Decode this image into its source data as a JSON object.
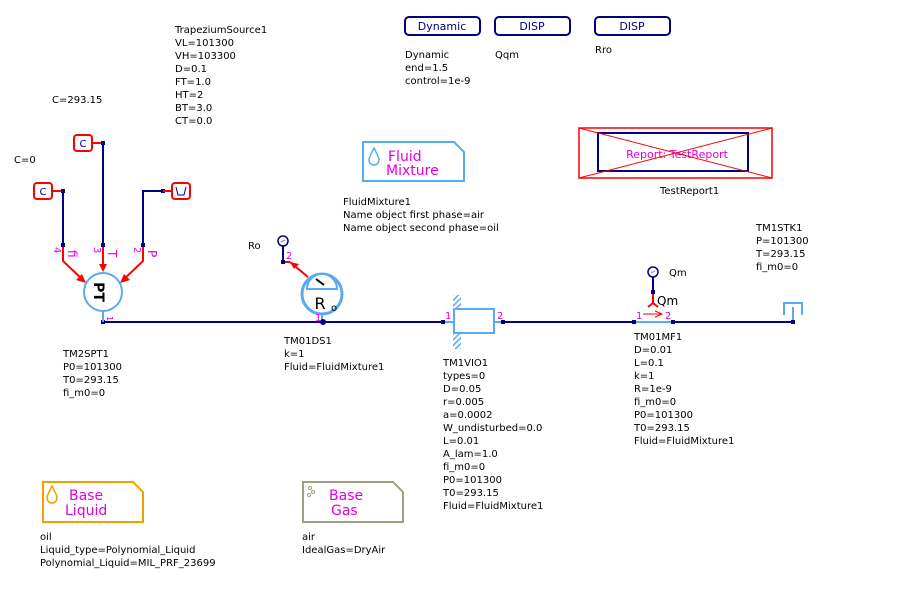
{
  "colors": {
    "wire": "#000080",
    "signal": "#ff0000",
    "component": "#5aaaf0",
    "pin_label": "#e000e0",
    "liquid": "#f0a000",
    "gas": "#a0a080"
  },
  "top_buttons": [
    {
      "label": "Dynamic",
      "caption": [
        "Dynamic",
        "end=1.5",
        "control=1e-9"
      ]
    },
    {
      "label": "DISP",
      "caption": [
        "Qqm"
      ]
    },
    {
      "label": "DISP",
      "caption": [
        "Rro"
      ]
    }
  ],
  "trapezium_source": {
    "lines": [
      "TrapeziumSource1",
      "VL=101300",
      "VH=103300",
      "D=0.1",
      "FT=1.0",
      "HT=2",
      "BT=3.0",
      "CT=0.0"
    ],
    "icon": "trapezium-icon"
  },
  "constants": [
    {
      "label": "C=293.15",
      "icon_text": "C"
    },
    {
      "label": "C=0",
      "icon_text": "C"
    }
  ],
  "fluid_mixture": {
    "tile_lines": [
      "Fluid",
      "Mixture"
    ],
    "caption": [
      "FluidMixture1",
      "Name object first phase=air",
      "Name object second phase=oil"
    ]
  },
  "test_report": {
    "inner_text": "Report: TestReport",
    "caption": "TestReport1"
  },
  "pt_sensor": {
    "symbol": "PT",
    "pins": {
      "p1": "1",
      "p2": "2",
      "p3": "3",
      "p4": "4"
    },
    "port_names": {
      "fi": "fi",
      "T": "T",
      "P": "P"
    },
    "caption": [
      "TM2SPT1",
      "P0=101300",
      "T0=293.15",
      "fi_m0=0"
    ]
  },
  "density_sensor": {
    "symbol": "R",
    "sub": "o",
    "pins": {
      "p1": "1",
      "p2": "2"
    },
    "display_label": "Ro",
    "caption": [
      "TM01DS1",
      "k=1",
      "Fluid=FluidMixture1"
    ]
  },
  "volume": {
    "pins": {
      "p1": "1",
      "p2": "2"
    },
    "caption": [
      "TM1VIO1",
      "types=0",
      "D=0.05",
      "r=0.005",
      "a=0.0002",
      "W_undisturbed=0.0",
      "L=0.01",
      "A_lam=1.0",
      "fi_m0=0",
      "P0=101300",
      "T0=293.15",
      "Fluid=FluidMixture1"
    ]
  },
  "mass_flow": {
    "pins": {
      "p1": "1",
      "p2": "2"
    },
    "port_name": "Qm",
    "display_label": "Qm",
    "caption": [
      "TM01MF1",
      "D=0.01",
      "L=0.1",
      "k=1",
      "R=1e-9",
      "fi_m0=0",
      "P0=101300",
      "T0=293.15",
      "Fluid=FluidMixture1"
    ]
  },
  "stack": {
    "caption": [
      "TM1STK1",
      "P=101300",
      "T=293.15",
      "fi_m0=0"
    ]
  },
  "base_liquid": {
    "tile_lines": [
      "Base",
      "Liquid"
    ],
    "caption": [
      "oil",
      "Liquid_type=Polynomial_Liquid",
      "Polynomial_Liquid=MIL_PRF_23699"
    ]
  },
  "base_gas": {
    "tile_lines": [
      "Base",
      "Gas"
    ],
    "caption": [
      "air",
      "IdealGas=DryAir"
    ]
  }
}
